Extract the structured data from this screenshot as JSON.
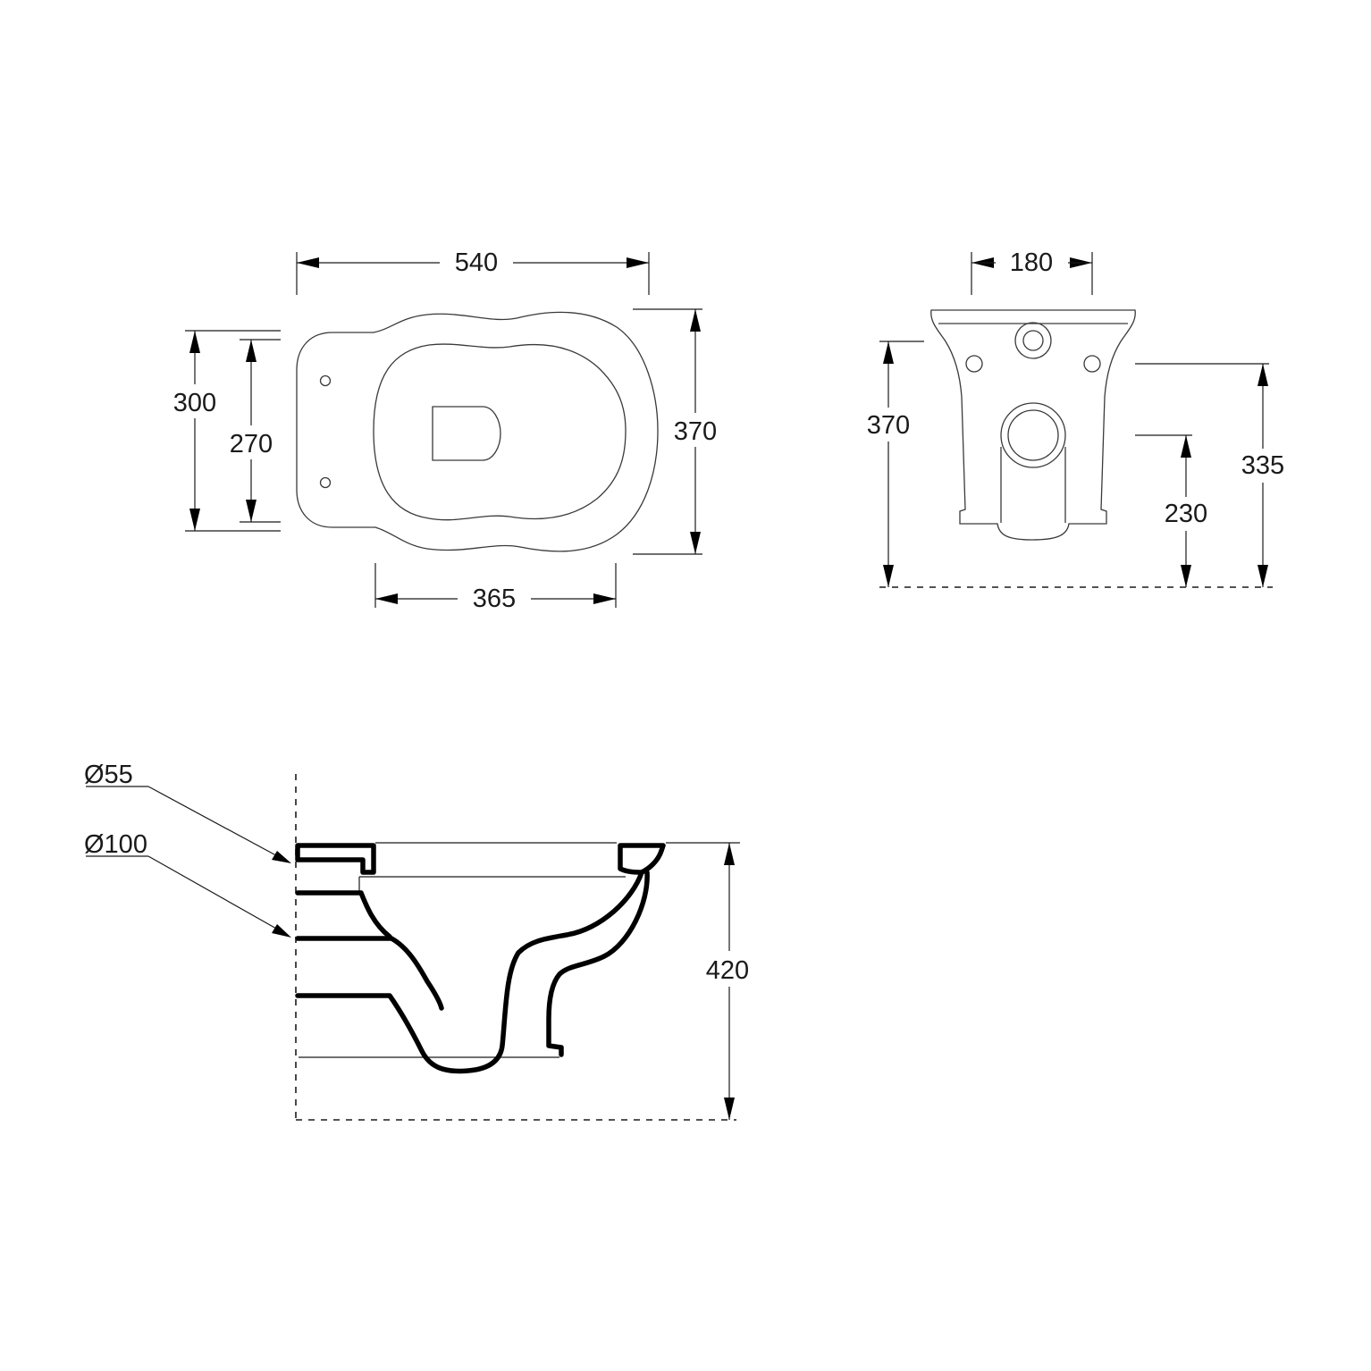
{
  "top_view": {
    "dimensions": {
      "overall_length": "540",
      "outer_width": "300",
      "fixing_hole_spacing": "270",
      "bowl_length": "365",
      "overall_width": "370"
    }
  },
  "back_view": {
    "dimensions": {
      "frame_width": "180",
      "height": "370",
      "outlet_height": "335",
      "inlet_height": "230"
    }
  },
  "side_section": {
    "dimensions": {
      "inlet_diameter": "Ø55",
      "outlet_diameter": "Ø100",
      "height": "420"
    }
  }
}
